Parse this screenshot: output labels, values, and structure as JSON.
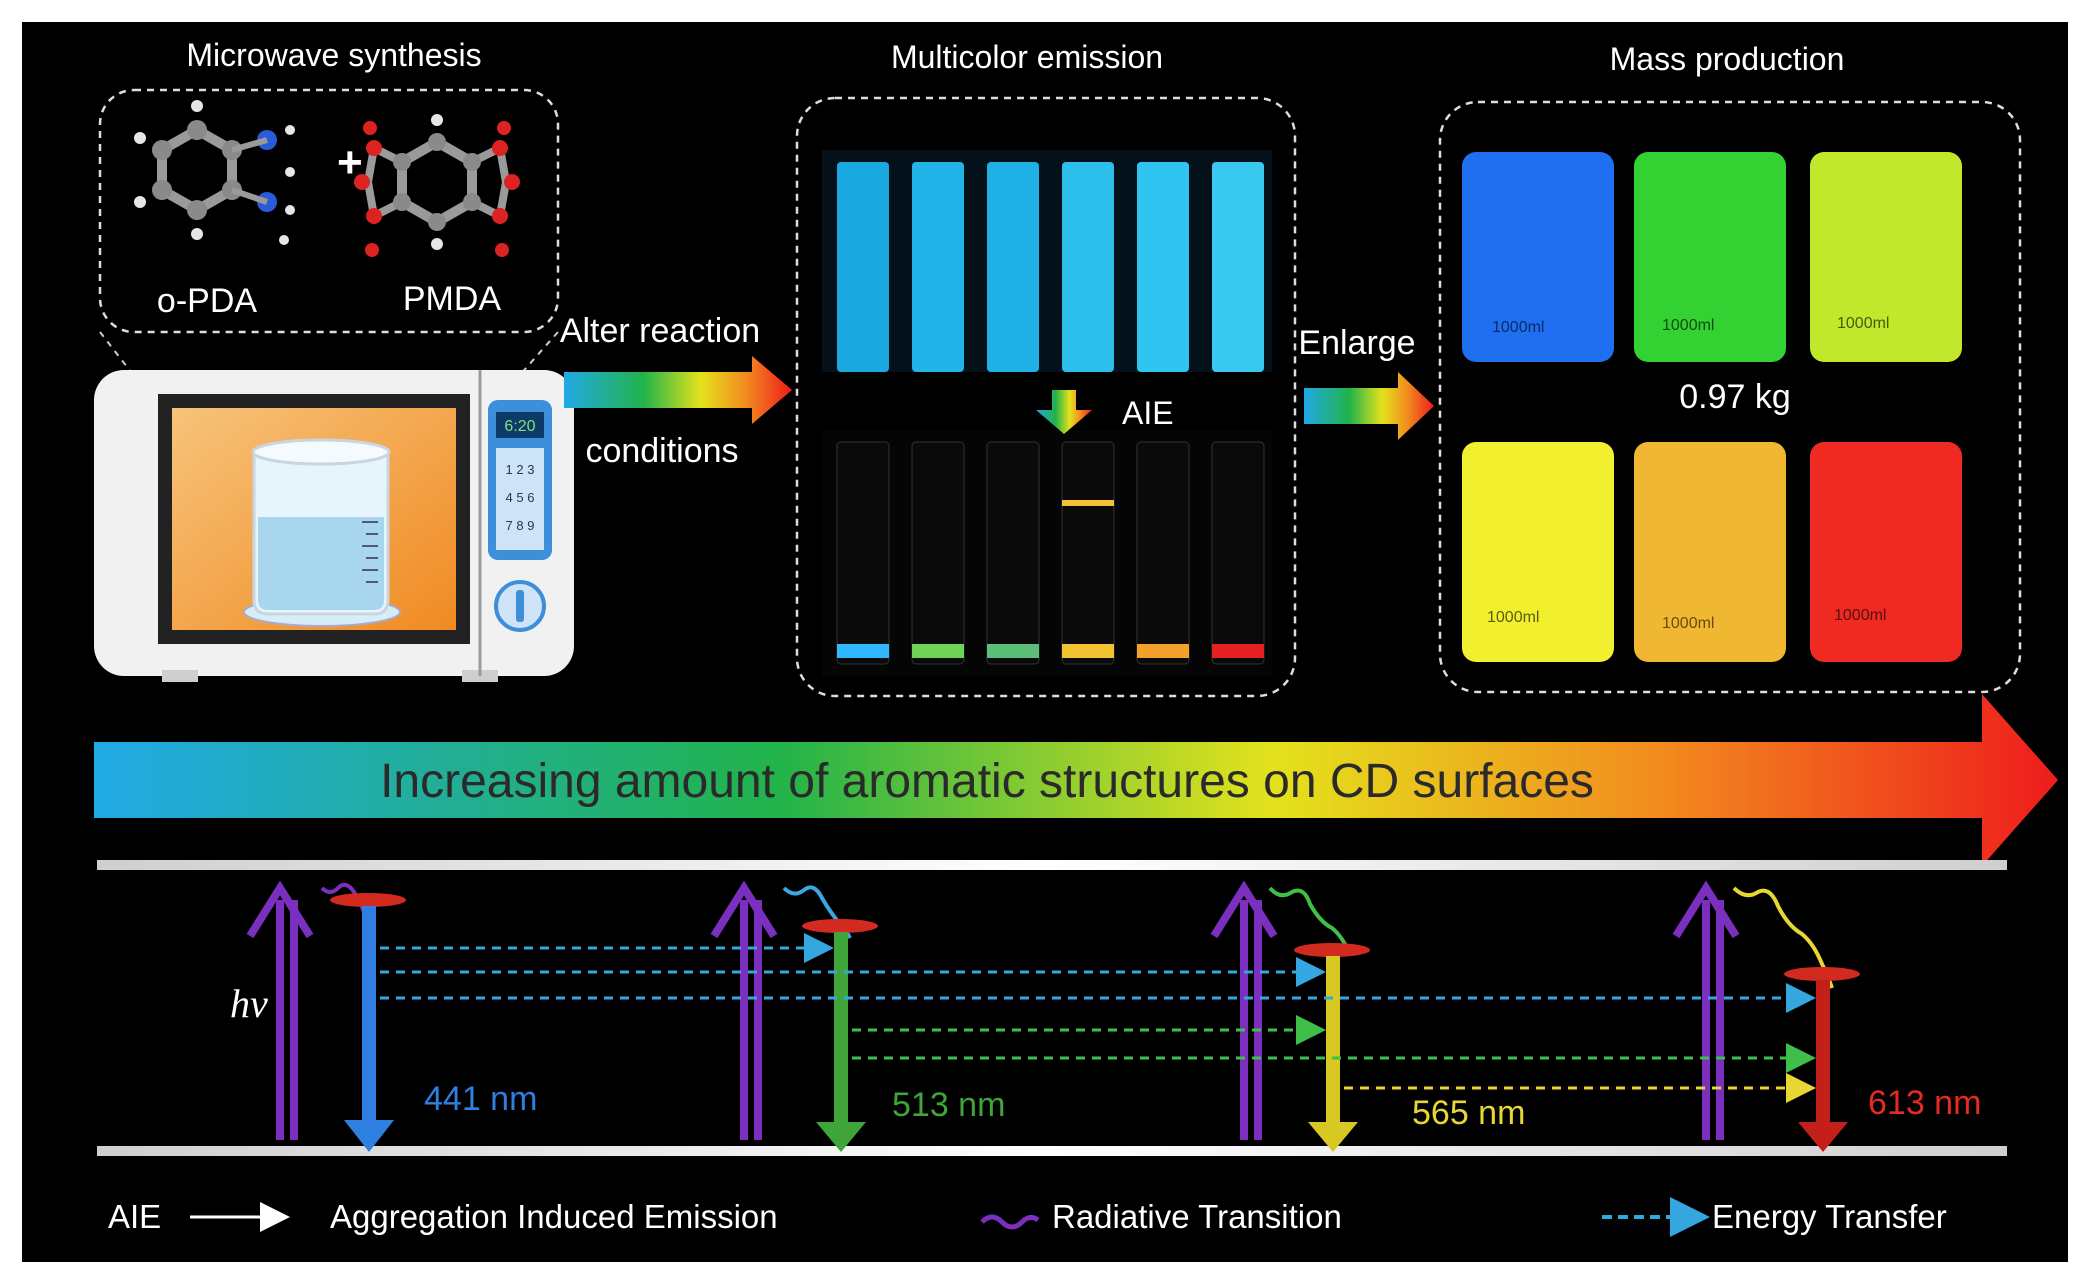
{
  "sections": {
    "microwave": {
      "title": "Microwave synthesis",
      "left_molecule": "o-PDA",
      "right_molecule": "PMDA",
      "plus": "+",
      "display": "6:20",
      "keypad": [
        "1 2 3",
        "4 5 6",
        "7 8 9"
      ]
    },
    "multicolor": {
      "title": "Multicolor emission",
      "aie_label": "AIE"
    },
    "mass": {
      "title": "Mass production",
      "weight": "0.97 kg",
      "beaker_mark": "1000ml"
    }
  },
  "arrows": {
    "alter_line1": "Alter reaction",
    "alter_line2": "conditions",
    "enlarge": "Enlarge"
  },
  "gradient_banner": {
    "text": "Increasing amount of aromatic structures on CD surfaces"
  },
  "energy_diagram": {
    "excitation_label": "hv",
    "emissions": [
      {
        "wavelength": "441 nm",
        "color": "#2f7fe0"
      },
      {
        "wavelength": "513 nm",
        "color": "#3fa43a"
      },
      {
        "wavelength": "565 nm",
        "color": "#e8d633"
      },
      {
        "wavelength": "613 nm",
        "color": "#e42a22"
      }
    ]
  },
  "legend": {
    "aie_abbrev": "AIE",
    "aie_text": "Aggregation Induced Emission",
    "radiative": "Radiative Transition",
    "energy_transfer": "Energy Transfer"
  },
  "colors": {
    "background": "#000000",
    "excitation_arrow": "#7b2fbf",
    "transfer_dash": "#35a7e0"
  }
}
